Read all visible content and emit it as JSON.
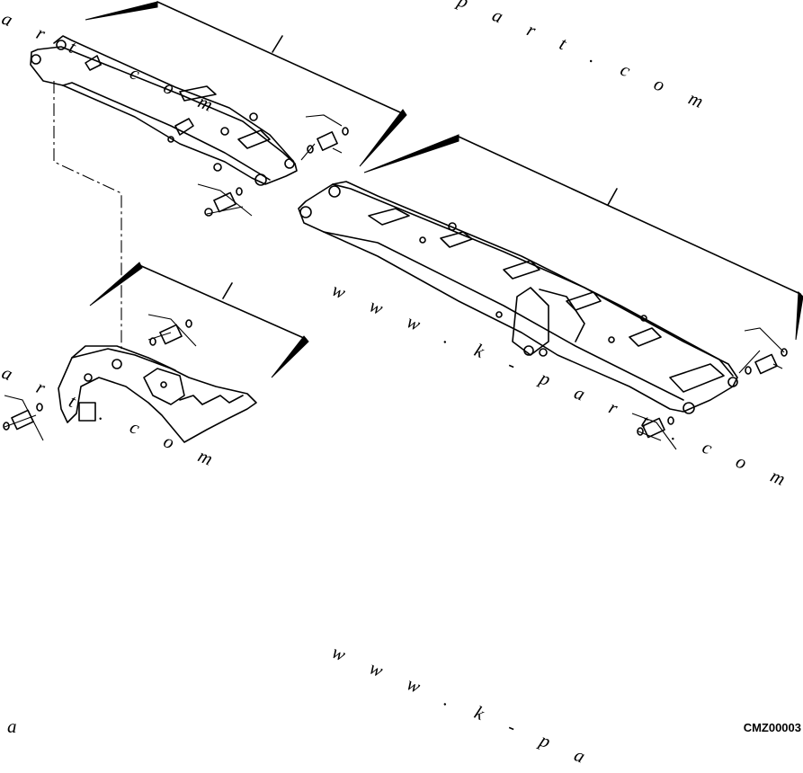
{
  "drawing": {
    "code": "CMZ00003",
    "watermarks": [
      "a r t . c o m",
      "p a r t . c o m",
      "w w w . k - p a r t . c o m",
      "a r t . c o m",
      "w w w . k - p a",
      "a"
    ]
  }
}
